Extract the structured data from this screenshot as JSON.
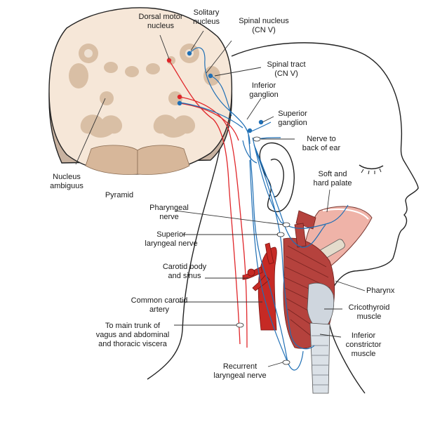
{
  "colors": {
    "motor": "#e0262a",
    "sensory": "#1f6fb5",
    "brainstem": "#f6e7d8",
    "nucleus": "#d9bfa5",
    "pyramid": "#d7b79a",
    "skin": "#ffffff",
    "muscle": "#b5423d",
    "artery": "#c62a25"
  },
  "labels": {
    "dorsal_motor_1": "Dorsal motor",
    "dorsal_motor_2": "nucleus",
    "solitary_1": "Solitary",
    "solitary_2": "nucleus",
    "spinal_nucleus_1": "Spinal nucleus",
    "spinal_nucleus_2": "(CN V)",
    "spinal_tract_1": "Spinal tract",
    "spinal_tract_2": "(CN V)",
    "inferior_ganglion_1": "Inferior",
    "inferior_ganglion_2": "ganglion",
    "superior_ganglion_1": "Superior",
    "superior_ganglion_2": "ganglion",
    "nerve_ear_1": "Nerve to",
    "nerve_ear_2": "back of ear",
    "palate_1": "Soft and",
    "palate_2": "hard palate",
    "ambiguus_1": "Nucleus",
    "ambiguus_2": "ambiguus",
    "pyramid": "Pyramid",
    "pharyngeal_1": "Pharyngeal",
    "pharyngeal_2": "nerve",
    "sup_laryngeal_1": "Superior",
    "sup_laryngeal_2": "laryngeal nerve",
    "carotid_body_1": "Carotid body",
    "carotid_body_2": "and sinus",
    "common_carotid_1": "Common carotid",
    "common_carotid_2": "artery",
    "main_trunk_1": "To main trunk of",
    "main_trunk_2": "vagus and abdominal",
    "main_trunk_3": "and thoracic viscera",
    "pharynx": "Pharynx",
    "cricothyroid_1": "Cricothyroid",
    "cricothyroid_2": "muscle",
    "inf_constrictor_1": "Inferior",
    "inf_constrictor_2": "constrictor",
    "inf_constrictor_3": "muscle",
    "recurrent_1": "Recurrent",
    "recurrent_2": "laryngeal nerve"
  }
}
